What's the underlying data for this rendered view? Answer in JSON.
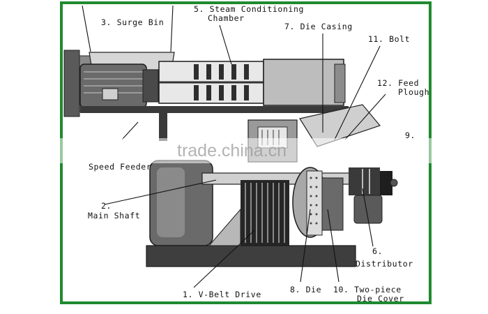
{
  "colors": {
    "border": "#1f8a2e",
    "label_text": "#111111",
    "machine_dark": "#2a2a2a",
    "machine_mid": "#6e6e6e",
    "machine_light": "#c8c8c8"
  },
  "labels": {
    "surge_bin": "3. Surge Bin",
    "steam_line1": "5. Steam Conditioning",
    "steam_line2": "Chamber",
    "die_casing": "7. Die Casing",
    "bolt": "11. Bolt",
    "feed_plough_line1": "12. Feed",
    "feed_plough_line2": "Plough",
    "nine": "9.",
    "speed_feeder": "Speed Feeder",
    "main_shaft_line1": "2.",
    "main_shaft_line2": "Main Shaft",
    "distributor_line1": "6.",
    "distributor_line2": "Distributor",
    "vbelt": "1. V-Belt Drive",
    "die": "8. Die",
    "die_cover_line1": "10. Two-piece",
    "die_cover_line2": "Die Cover"
  },
  "watermark": "trade.china.cn"
}
